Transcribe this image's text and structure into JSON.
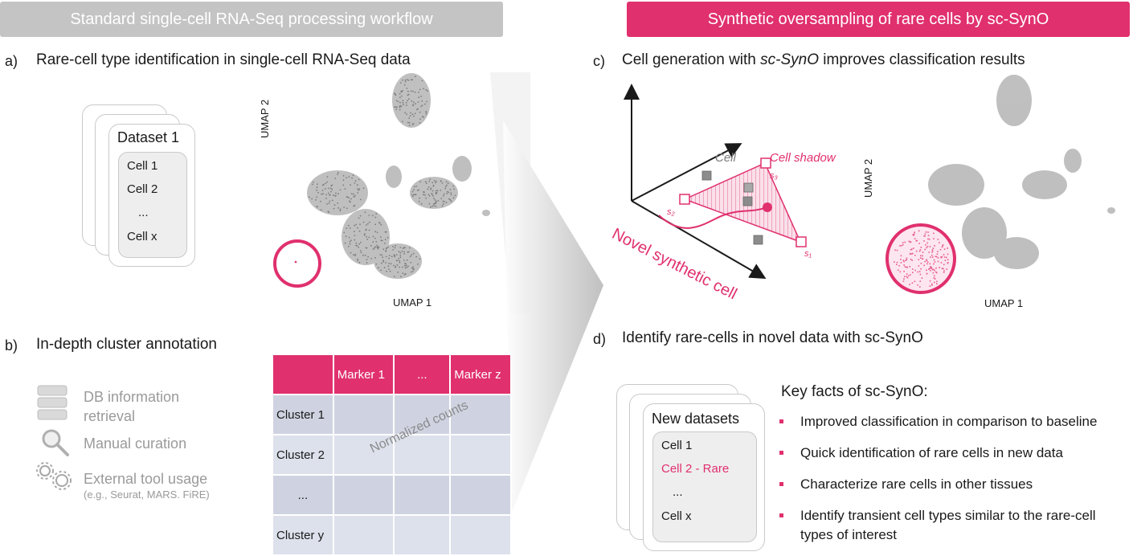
{
  "banners": {
    "left": "Standard single-cell RNA-Seq processing workflow",
    "right": "Synthetic oversampling of rare cells by sc-SynO"
  },
  "section_a": {
    "label": "a)",
    "title": "Rare-cell type identification in single-cell RNA-Seq data"
  },
  "dataset_card": {
    "title": "Dataset 1",
    "cells": [
      "Cell 1",
      "Cell 2",
      "...",
      "Cell x"
    ]
  },
  "umap_left": {
    "x_label": "UMAP  1",
    "y_label": "UMAP  2"
  },
  "section_b": {
    "label": "b)",
    "title": "In-depth cluster annotation"
  },
  "annotation_methods": {
    "db_line1": "DB information",
    "db_line2": "retrieval",
    "manual": "Manual curation",
    "external": "External tool usage",
    "external_note": "(e.g., Seurat,  MARS. FiRE)"
  },
  "marker_table": {
    "headers": [
      "",
      "Marker  1",
      "...",
      "Marker  z"
    ],
    "rows": [
      "Cluster 1",
      "Cluster 2",
      "...",
      "Cluster y"
    ],
    "overlay": "Normalized counts"
  },
  "section_c": {
    "label": "c)",
    "title_pre": "Cell generation with ",
    "title_em": "sc-SynO",
    "title_post": " improves classification results"
  },
  "synthesis_diagram": {
    "cell": "Cell",
    "cell_shadow": "Cell shadow",
    "novel": "Novel synthetic cell",
    "s1": "s₁",
    "s2": "s₂",
    "s3": "s₃"
  },
  "umap_right": {
    "x_label": "UMAP  1",
    "y_label": "UMAP  2"
  },
  "section_d": {
    "label": "d)",
    "title": "Identify rare-cells in novel data with sc-SynO"
  },
  "new_card": {
    "title": "New datasets",
    "cells": [
      "Cell 1",
      "Cell 2 - Rare",
      "...",
      "Cell x"
    ]
  },
  "key_facts": {
    "title": "Key facts of sc-SynO:",
    "items": [
      "Improved classification in comparison to baseline",
      "Quick identification of rare cells in new data",
      "Characterize rare cells in other tissues",
      "Identify transient cell types similar to the rare-cell",
      "types of interest"
    ]
  },
  "colors": {
    "accent": "#e0306e",
    "banner_grey": "#c4c4c4",
    "cell_grey": "#8c8c8c"
  }
}
